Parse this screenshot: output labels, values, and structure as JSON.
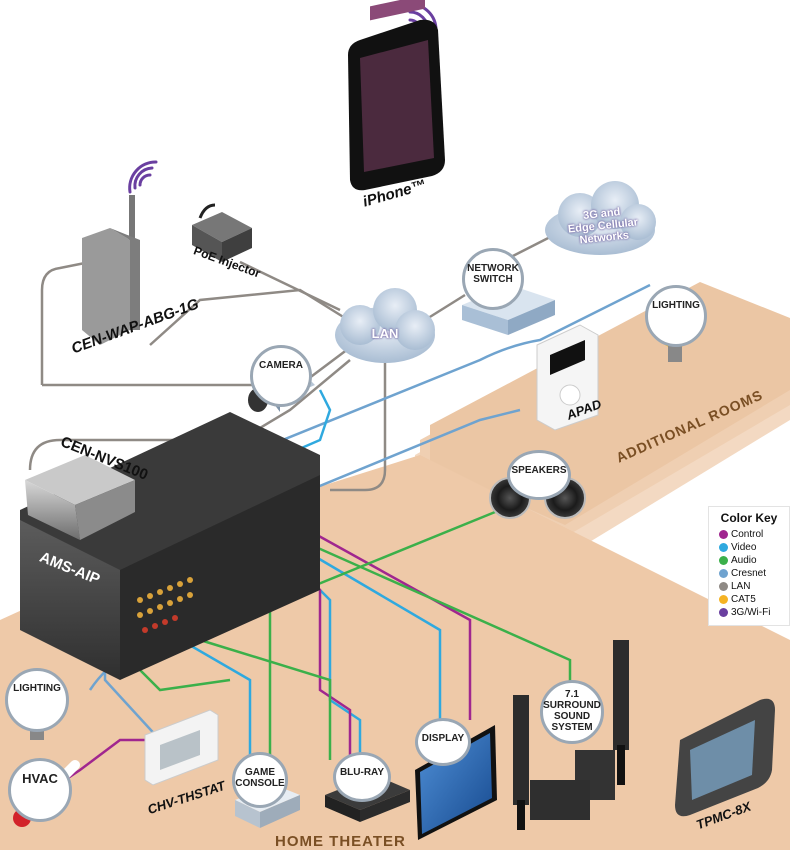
{
  "diagram": {
    "devices": {
      "iphone": "iPhone™",
      "wap": "CEN-WAP-ABG-1G",
      "poe": "PoE Injector",
      "nvs": "CEN-NVS100",
      "ams": "AMS-AIP",
      "apad": "APAD",
      "thstat": "CHV-THSTAT",
      "tpmc": "TPMC-8X"
    },
    "clouds": {
      "lan": "LAN",
      "cellular_line1": "3G and",
      "cellular_line2": "Edge Cellular",
      "cellular_line3": "Networks"
    },
    "bubbles": {
      "network_switch_1": "NETWORK",
      "network_switch_2": "SWITCH",
      "camera": "CAMERA",
      "lighting_room": "LIGHTING",
      "speakers": "SPEAKERS",
      "lighting_home": "LIGHTING",
      "hvac": "HVAC",
      "game_1": "GAME",
      "game_2": "CONSOLE",
      "bluray": "BLU-RAY",
      "display": "DISPLAY",
      "surround_1": "7.1",
      "surround_2": "SURROUND",
      "surround_3": "SOUND",
      "surround_4": "SYSTEM"
    },
    "rooms": {
      "additional": "ADDITIONAL ROOMS",
      "home_theater": "HOME THEATER"
    }
  },
  "legend": {
    "title": "Color Key",
    "items": [
      {
        "label": "Control",
        "color": "#a0268f"
      },
      {
        "label": "Video",
        "color": "#2fa9df"
      },
      {
        "label": "Audio",
        "color": "#3bb04a"
      },
      {
        "label": "Cresnet",
        "color": "#6fa3cf"
      },
      {
        "label": "LAN",
        "color": "#8f8a85"
      },
      {
        "label": "CAT5",
        "color": "#f5b324"
      },
      {
        "label": "3G/Wi-Fi",
        "color": "#6a3fa0"
      }
    ]
  },
  "colors": {
    "floor": "#eec9a8",
    "floor_edge": "#e2b48c",
    "room_text": "#7a4f24",
    "wifi": "#6a3fa0",
    "lan": "#8f8a85",
    "cresnet": "#6fa3cf",
    "video": "#2fa9df",
    "audio": "#3bb04a",
    "control": "#a0268f"
  }
}
